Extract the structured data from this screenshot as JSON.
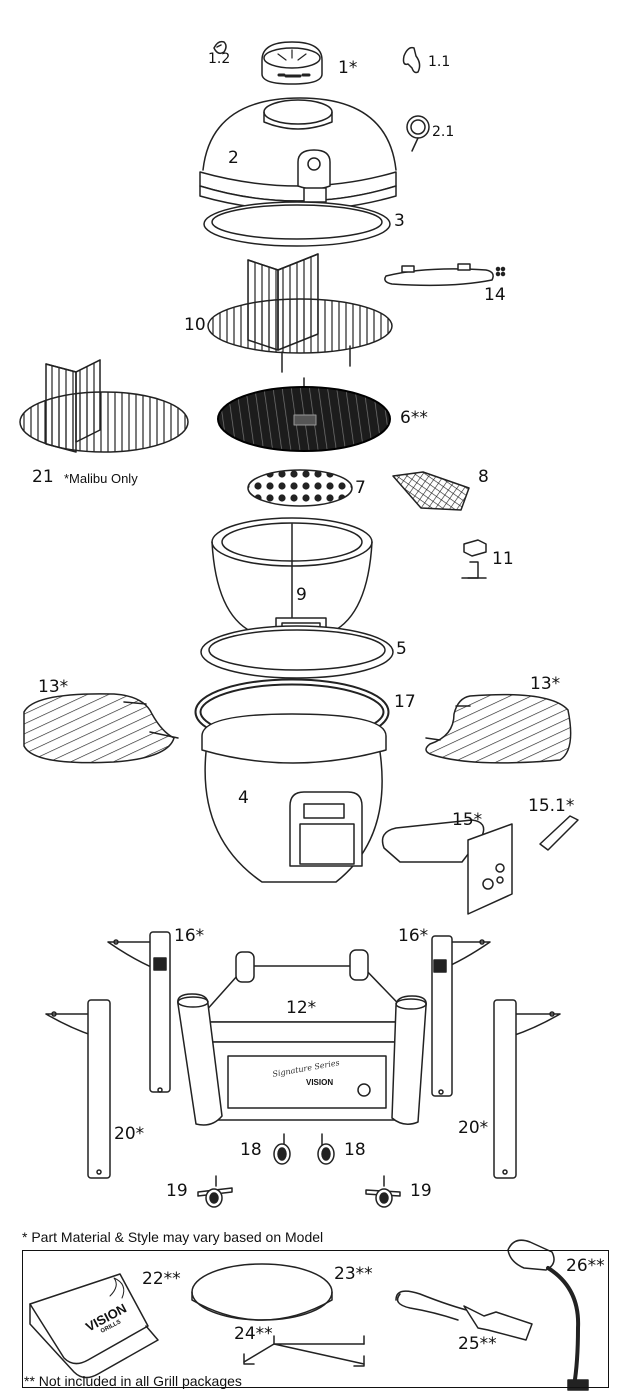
{
  "labels": {
    "p1": "1*",
    "p1_1": "1.1",
    "p1_2": "1.2",
    "p2": "2",
    "p2_1": "2.1",
    "p3": "3",
    "p4": "4",
    "p5": "5",
    "p6": "6**",
    "p7": "7",
    "p8": "8",
    "p9": "9",
    "p10": "10",
    "p11": "11",
    "p12": "12*",
    "p13_left": "13*",
    "p13_right": "13*",
    "p14": "14",
    "p15": "15*",
    "p15_1": "15.1*",
    "p16_left": "16*",
    "p16_right": "16*",
    "p17": "17",
    "p18_left": "18",
    "p18_right": "18",
    "p19_left": "19",
    "p19_right": "19",
    "p20_left": "20*",
    "p20_right": "20*",
    "p21": "21",
    "p22": "22**",
    "p23": "23**",
    "p24": "24**",
    "p25": "25**",
    "p26": "26**"
  },
  "notes": {
    "malibu": "*Malibu Only",
    "material": "* Part Material & Style may vary based on Model",
    "not_included": "** Not included in all Grill packages"
  },
  "branding": {
    "cover_brand": "VISION",
    "cover_sub": "GRILLS",
    "cabinet_script": "Signature Series",
    "cabinet_brand": "VISION"
  }
}
